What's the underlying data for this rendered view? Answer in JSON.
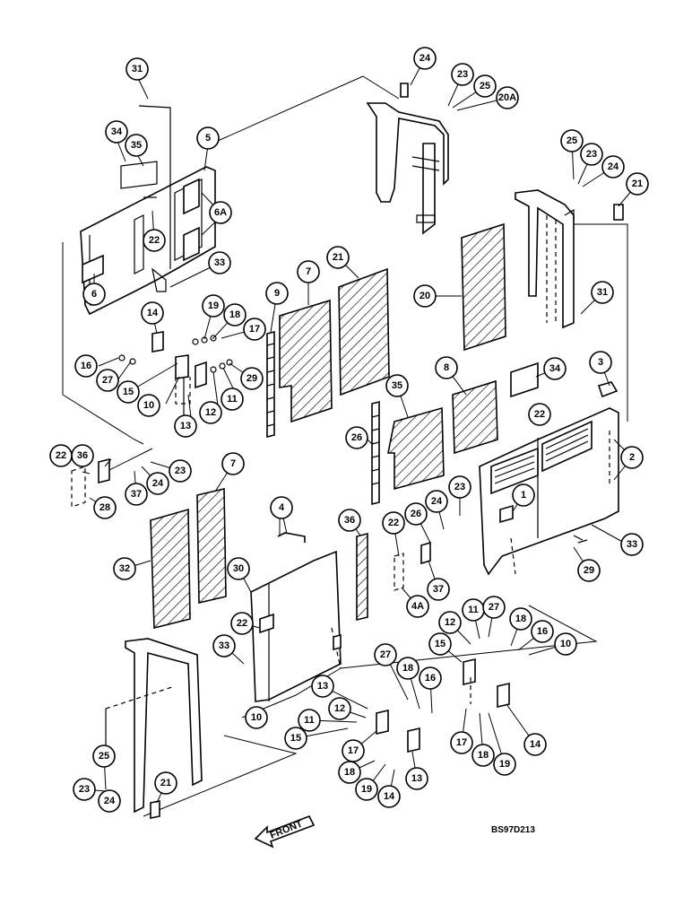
{
  "drawing_code": "BS97D213",
  "front_label": "FRONT",
  "callouts": [
    "31",
    "34",
    "35",
    "5",
    "22",
    "6A",
    "6",
    "33",
    "14",
    "19",
    "18",
    "17",
    "16",
    "27",
    "15",
    "10",
    "13",
    "12",
    "11",
    "29",
    "9",
    "7",
    "21",
    "24",
    "23",
    "25",
    "20A",
    "20",
    "8",
    "35",
    "34",
    "22",
    "3",
    "2",
    "1",
    "33",
    "29",
    "26",
    "36",
    "22",
    "23",
    "24",
    "37",
    "28",
    "7",
    "32",
    "4",
    "30",
    "36",
    "22",
    "23",
    "24",
    "26",
    "37",
    "4A",
    "22",
    "33",
    "10",
    "13",
    "12",
    "11",
    "15",
    "17",
    "18",
    "19",
    "14",
    "13",
    "12",
    "11",
    "27",
    "18",
    "16",
    "10",
    "15",
    "17",
    "18",
    "19",
    "14",
    "27",
    "18",
    "16",
    "21",
    "25",
    "23",
    "24",
    "21",
    "31",
    "25",
    "23",
    "24"
  ]
}
